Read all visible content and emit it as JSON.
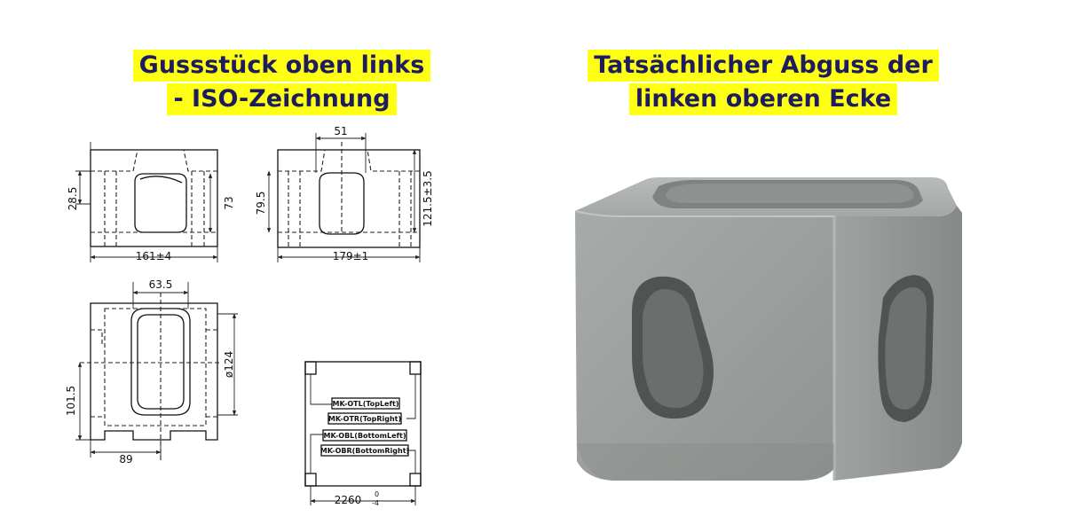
{
  "titles": {
    "left_line1": "Gussstück oben links",
    "left_line2": "- ISO-Zeichnung",
    "right_line1": "Tatsächlicher Abguss der",
    "right_line2": "linken oberen Ecke"
  },
  "drawing": {
    "dims": {
      "d1": "28.5",
      "d2": "73",
      "d3": "161±4",
      "d4": "51",
      "d5": "79.5",
      "d6": "121.5±3.5",
      "d7": "179±1",
      "d8": "63.5",
      "d9": "101.5",
      "d10": "ø124",
      "d11": "89",
      "d12": "2260",
      "d12_tol_upper": "0",
      "d12_tol_lower": "-4"
    },
    "corner_labels": [
      "MK-OTL(TopLeft)",
      "MK-OTR(TopRight)",
      "MK-OBL(BottomLeft)",
      "MK-OBR(BottomRight)"
    ]
  },
  "colors": {
    "title_text": "#1c1c5e",
    "title_highlight": "#ffff14",
    "casting_gray": "#9ea2a0"
  }
}
